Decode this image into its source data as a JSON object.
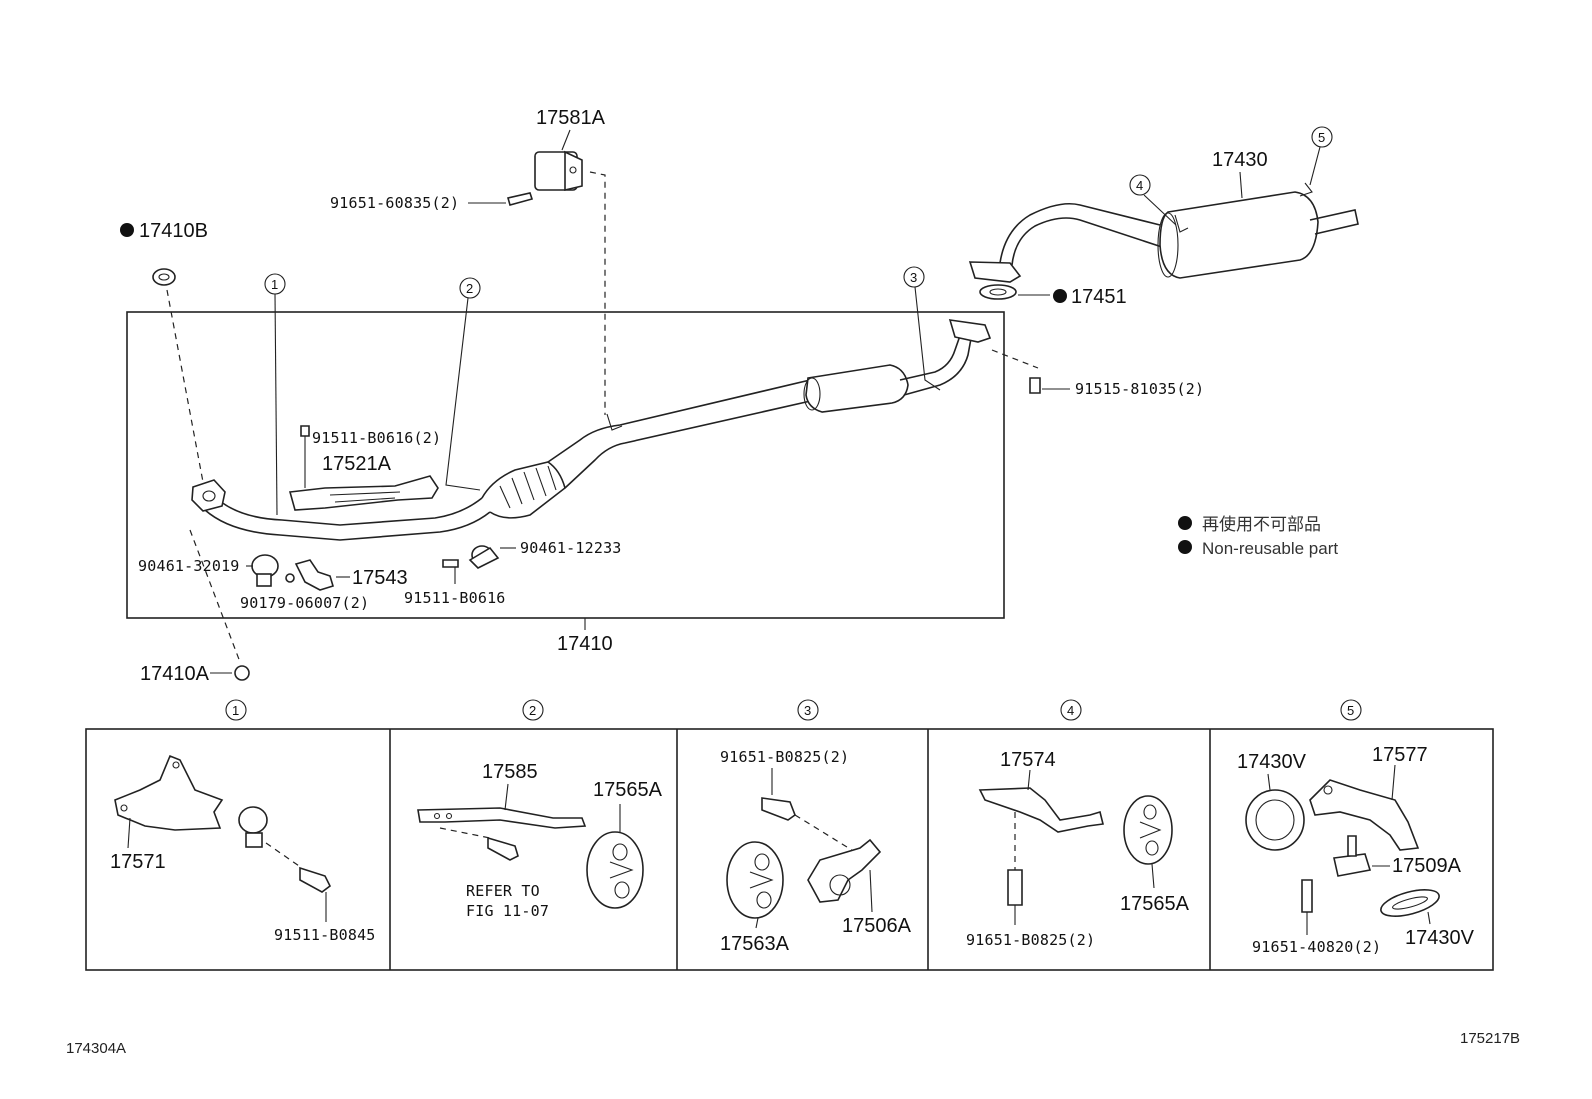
{
  "main_diagram": {
    "labels": {
      "p17581A": "17581A",
      "p9165160835": "91651-60835(2)",
      "p17410B": "17410B",
      "p17430": "17430",
      "p17451": "17451",
      "p9151581035": "91515-81035(2)",
      "p91511B0616_2": "91511-B0616(2)",
      "p17521A": "17521A",
      "p9046132019": "90461-32019",
      "p17543": "17543",
      "p9017906007": "90179-06007(2)",
      "p91511B0616": "91511-B0616",
      "p9046112233": "90461-12233",
      "p17410": "17410",
      "p17410A": "17410A"
    },
    "callouts": [
      "1",
      "2",
      "3",
      "4",
      "5"
    ]
  },
  "legend": {
    "japanese": "再使用不可部品",
    "english": "Non-reusable part"
  },
  "detail_panels": [
    {
      "callout": "1",
      "labels": {
        "a": "17571",
        "b": "91511-B0845"
      }
    },
    {
      "callout": "2",
      "labels": {
        "a": "17585",
        "b": "17565A",
        "c": "REFER TO",
        "d": "FIG 11-07"
      }
    },
    {
      "callout": "3",
      "labels": {
        "a": "91651-B0825(2)",
        "b": "17563A",
        "c": "17506A"
      }
    },
    {
      "callout": "4",
      "labels": {
        "a": "17574",
        "b": "17565A",
        "c": "91651-B0825(2)"
      }
    },
    {
      "callout": "5",
      "labels": {
        "a": "17430V",
        "b": "17577",
        "c": "17509A",
        "d": "91651-40820(2)",
        "e": "17430V"
      }
    }
  ],
  "footer": {
    "left_code": "174304A",
    "right_code": "175217B"
  }
}
